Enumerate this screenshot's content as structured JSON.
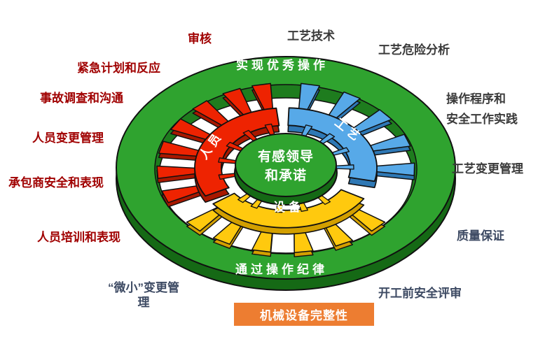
{
  "colors": {
    "ring_green": "#2FA32F",
    "ring_green_dark": "#156915",
    "ring_green_wall": "#1E7C1E",
    "red": "#EE2301",
    "red_dark": "#A81800",
    "blue": "#57A9E8",
    "blue_dark": "#2E78B5",
    "yellow": "#FFC90E",
    "yellow_dark": "#D29F00",
    "orange_banner": "#ED7D31",
    "label_red": "#A00000",
    "label_dark": "#3A3A3A",
    "label_slate": "#3D4A63",
    "outline": "#101010",
    "white": "#FFFFFF"
  },
  "center": {
    "line1": "有感领导",
    "line2": "和承诺"
  },
  "ring": {
    "top_label": "实现优秀操作",
    "bottom_label": "通过操作纪律"
  },
  "sectors": {
    "personnel": {
      "label": "人员"
    },
    "process": {
      "label": "工艺"
    },
    "equipment": {
      "label": "设备"
    }
  },
  "banner": {
    "label": "机械设备完整性"
  },
  "callouts": {
    "shenhe": {
      "text": "审核"
    },
    "jinji": {
      "text": "紧急计划和反应"
    },
    "shigu": {
      "text": "事故调查和沟通"
    },
    "renyuan_biangeng": {
      "text": "人员变更管理"
    },
    "chengbaoshang": {
      "text": "承包商安全和表现"
    },
    "renyuan_peixun": {
      "text": "人员培训和表现"
    },
    "weixiao": {
      "line1": "“微小”变更管",
      "line2": "理"
    },
    "gongyi_jishu": {
      "text": "工艺技术"
    },
    "gongyi_weixian": {
      "text": "工艺危险分析"
    },
    "caozuo": {
      "line1": "操作程序和",
      "line2": "安全工作实践"
    },
    "gongyi_biangeng": {
      "text": "工艺变更管理"
    },
    "zhiliang": {
      "text": "质量保证"
    },
    "kaigong": {
      "text": "开工前安全评审"
    }
  }
}
